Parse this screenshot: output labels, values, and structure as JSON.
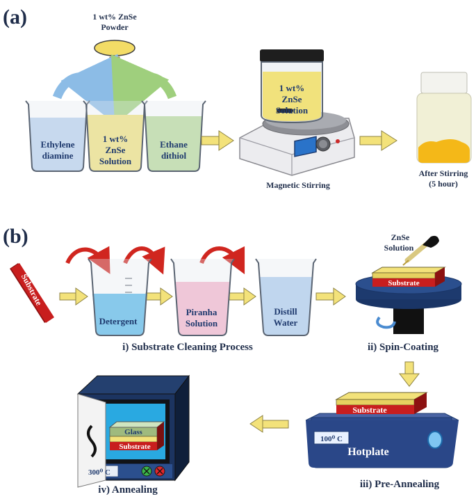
{
  "panel_a": {
    "label": "(a)",
    "powder": [
      "1 wt% ZnSe",
      "Powder"
    ],
    "beakers": [
      {
        "lines": [
          "Ethylene",
          "diamine"
        ]
      },
      {
        "lines": [
          "1 wt%",
          "ZnSe",
          "Solution"
        ]
      },
      {
        "lines": [
          "Ethane",
          "dithiol"
        ]
      }
    ],
    "stirrer_jar": [
      "1 wt%",
      "ZnSe",
      "Solution"
    ],
    "stirring_caption": "Magnetic Stirring",
    "after_caption": [
      "After Stirring",
      "(5 hour)"
    ]
  },
  "panel_b": {
    "label": "(b)",
    "substrate_tile": "Substrate",
    "beakers": [
      {
        "lines": [
          "Detergent"
        ]
      },
      {
        "lines": [
          "Piranha",
          "Solution"
        ]
      },
      {
        "lines": [
          "Distill",
          "Water"
        ]
      }
    ],
    "step1": "i) Substrate Cleaning Process",
    "dropper": [
      "ZnSe",
      "Solution"
    ],
    "spin_substrate": "Substrate",
    "step2": "ii) Spin-Coating",
    "hot_substrate": "Substrate",
    "hot_temp": "100⁰ C",
    "hotplate": "Hotplate",
    "step3": "iii) Pre-Annealing",
    "oven_glass": "Glass",
    "oven_substrate": "Substrate",
    "oven_temp": "300⁰ C",
    "step4": "iv) Annealing"
  },
  "colors": {
    "text": "#1f2d4a",
    "arrow": "#f3e27a",
    "blue_liquid": "#b8d2ee",
    "yellow_liquid": "#f1e27c",
    "green_liquid": "#b9db9a",
    "cyan_liquid": "#58b8ea",
    "pink_liquid": "#f6b6cc",
    "substrate_red": "#c81e1e",
    "navy": "#1d3a6e"
  }
}
